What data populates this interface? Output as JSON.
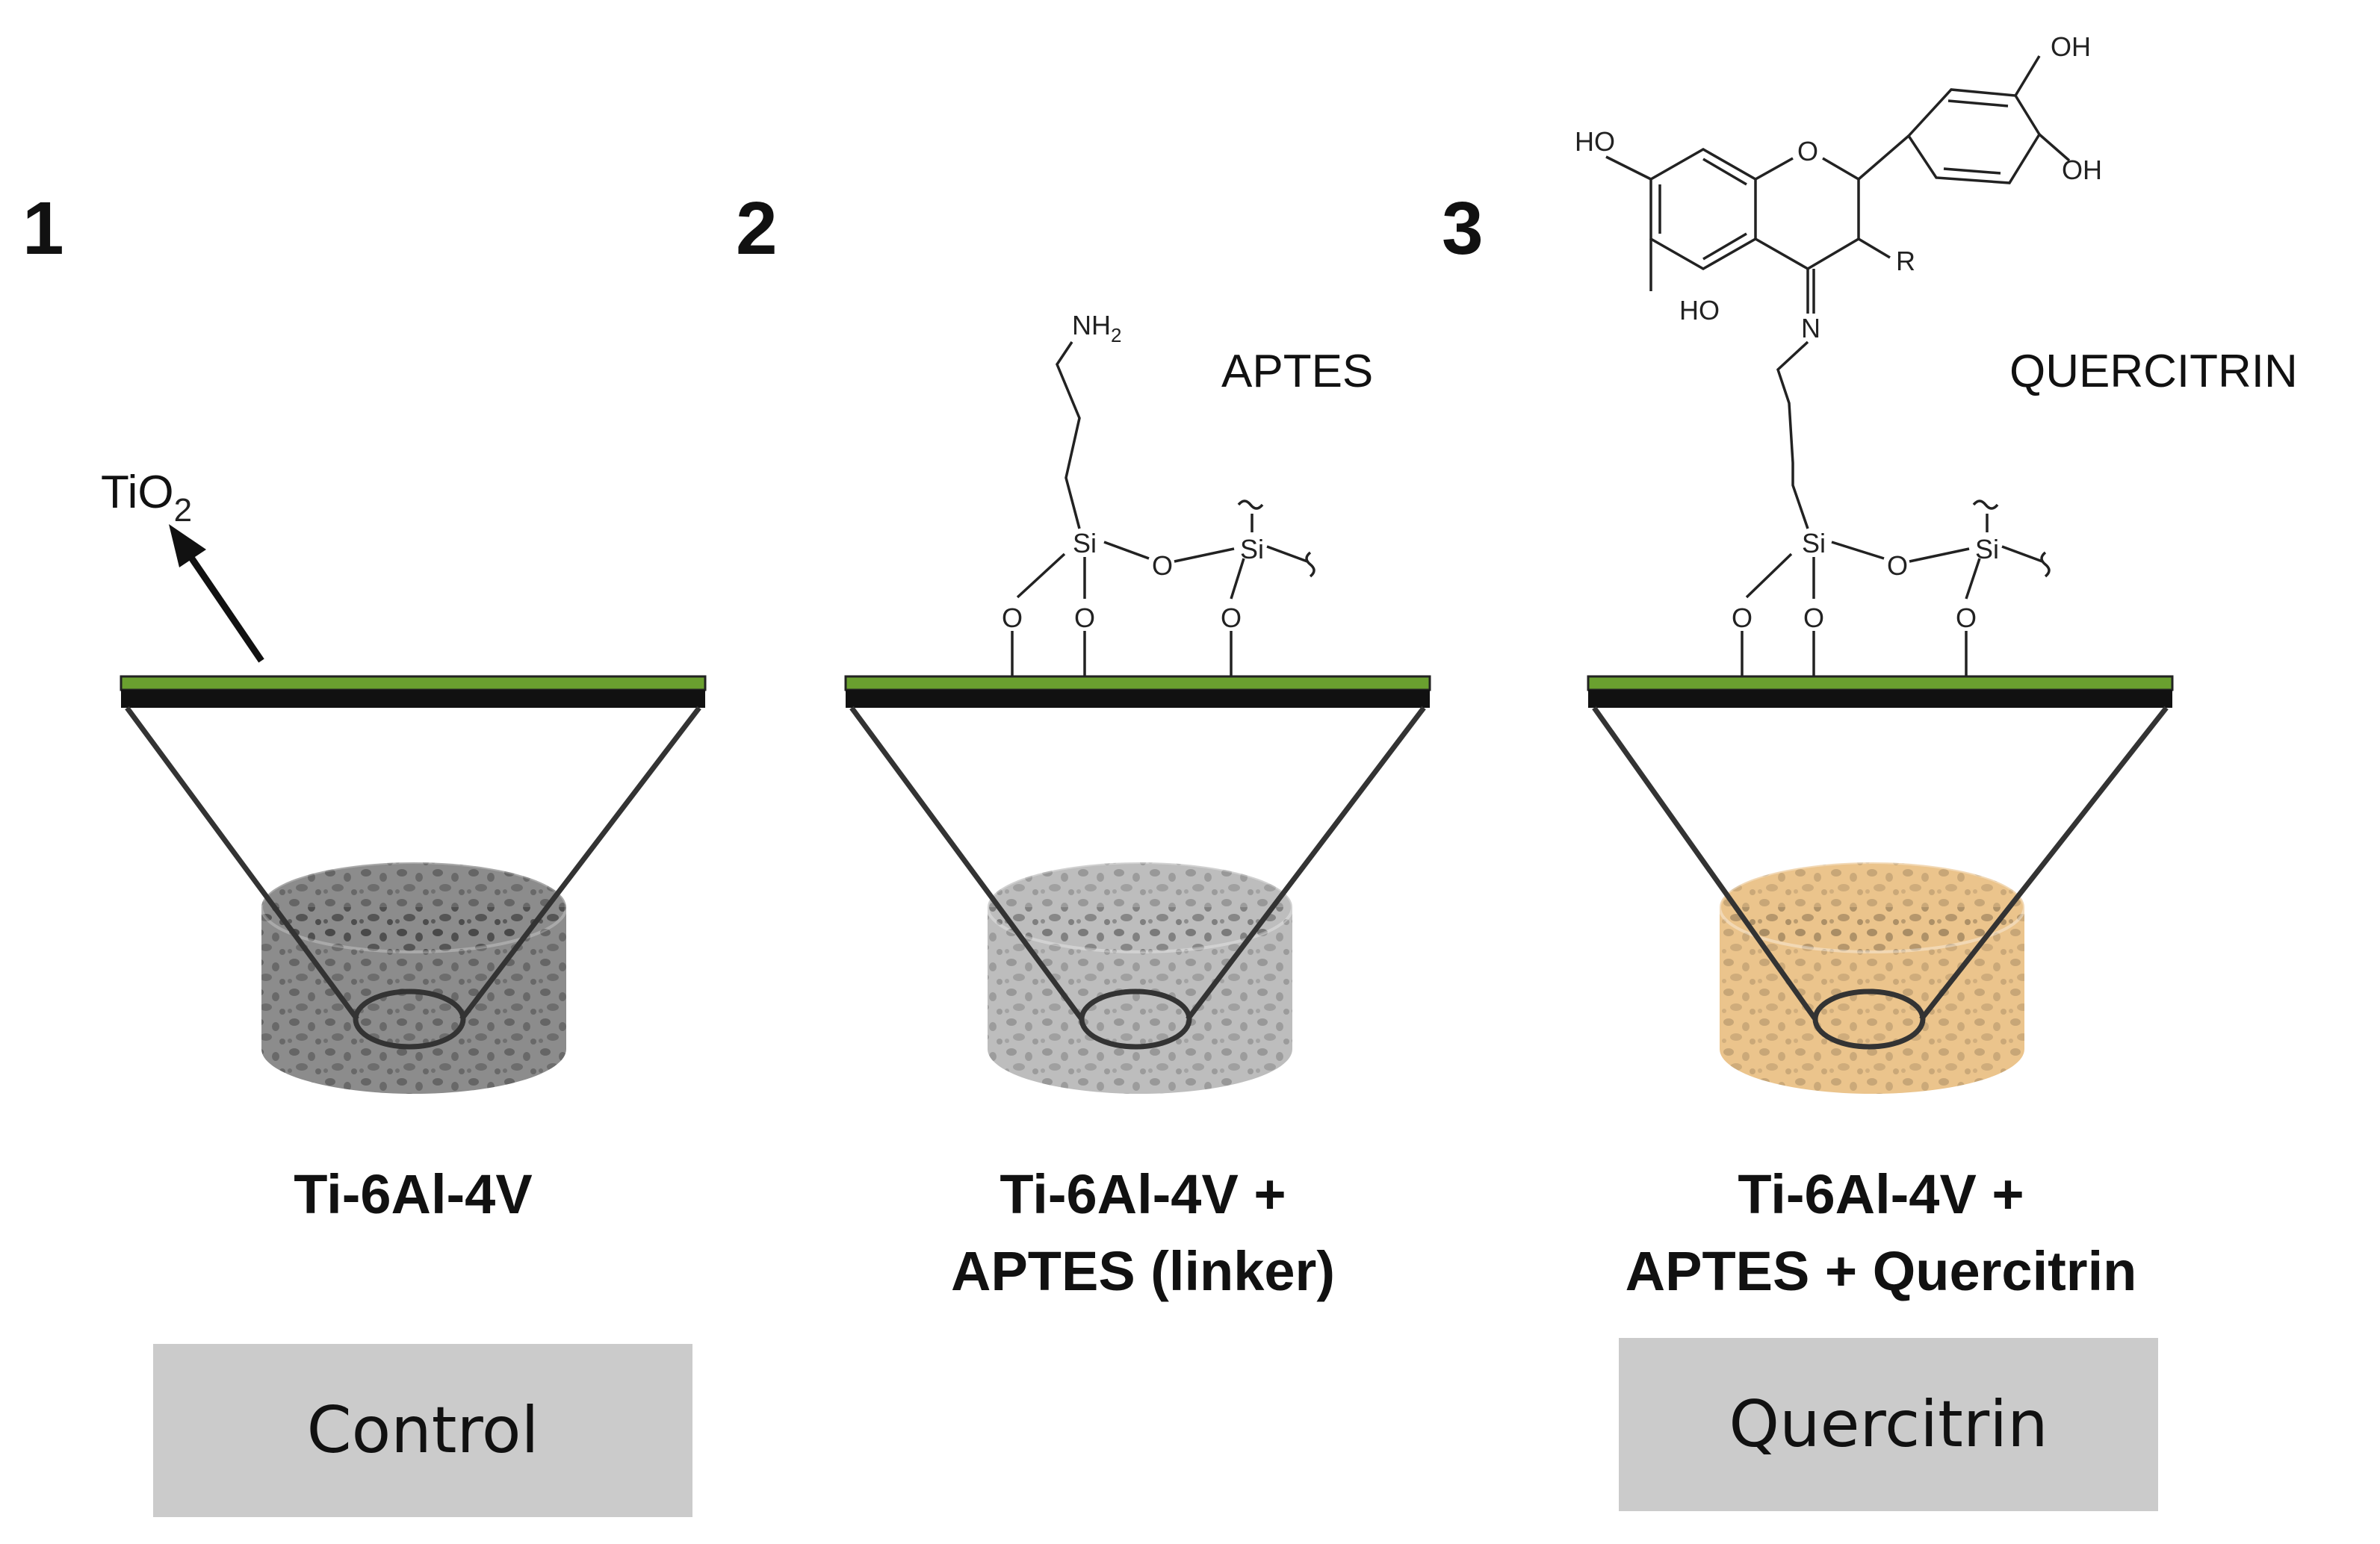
{
  "panels": [
    {
      "number": "1",
      "caption_lines": [
        "Ti-6Al-4V"
      ],
      "label": "Control",
      "scaffold_color": "#8c8c8c"
    },
    {
      "number": "2",
      "caption_lines": [
        "Ti-6Al-4V +",
        "APTES (linker)"
      ],
      "molecule_title": "APTES",
      "scaffold_color": "#bdbdbd"
    },
    {
      "number": "3",
      "caption_lines": [
        "Ti-6Al-4V +",
        "APTES + Quercitrin"
      ],
      "molecule_title": "QUERCITRIN",
      "label": "Quercitrin",
      "scaffold_color": "#ebc48c"
    }
  ],
  "oxide_layer": {
    "formula": "TiO",
    "subscript": "2",
    "color": "#6aa02f"
  },
  "aptes_groups": {
    "amine": "NH",
    "amine_sub": "2",
    "silicon": "Si",
    "oxygen": "O"
  },
  "quercitrin_groups": {
    "hydroxyl": "HO",
    "hydroxyl_right": "OH",
    "ring_oxygen": "O",
    "imine_nitrogen": "N",
    "substituent": "R"
  }
}
